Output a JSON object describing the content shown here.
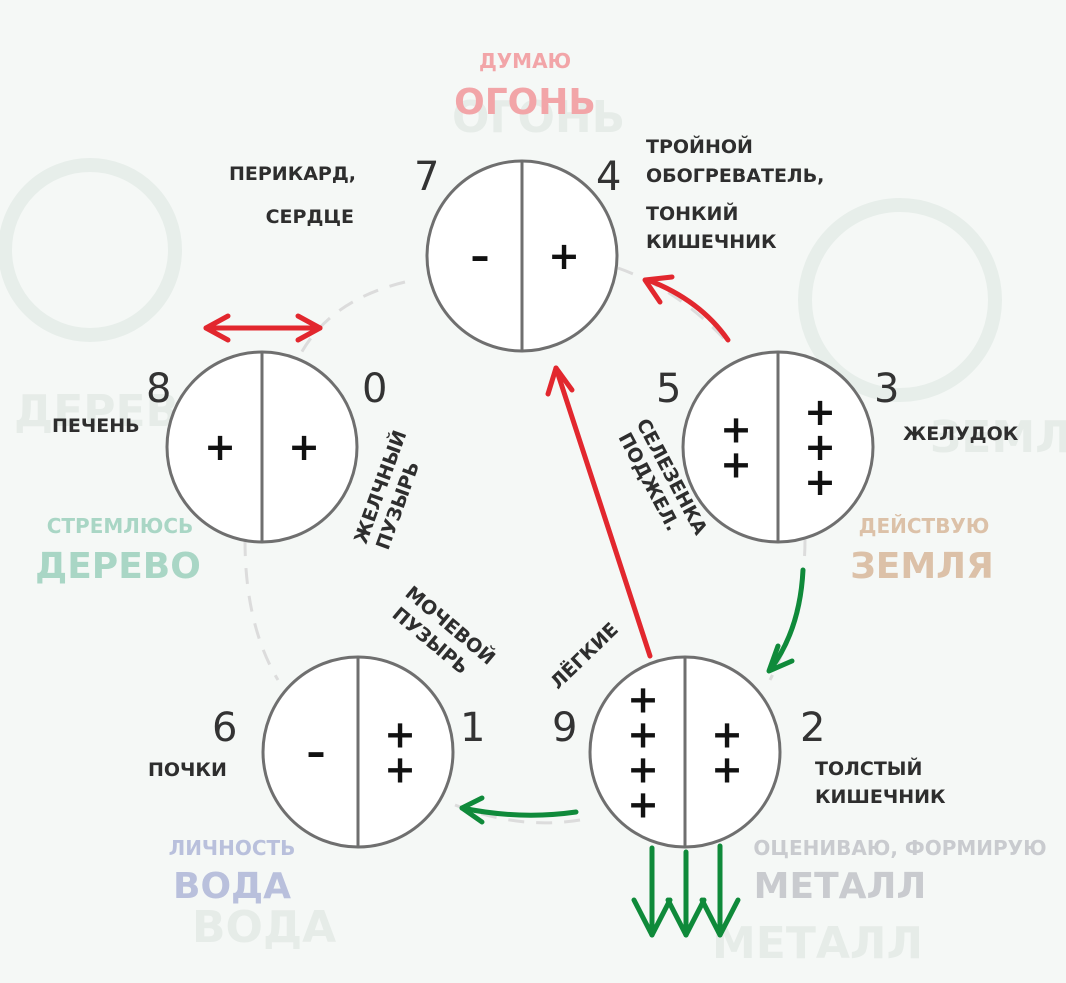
{
  "colors": {
    "fire": "#f2a5a8",
    "earth": "#dcc1a8",
    "metal": "#c9cbcf",
    "water": "#b9c0dc",
    "wood": "#a9d6c5",
    "red_arrow": "#e2272e",
    "green_arrow": "#0f8a3a"
  },
  "elements": {
    "fire": {
      "verb": "ДУМАЮ",
      "name": "ОГОНЬ"
    },
    "earth": {
      "verb": "ДЕЙСТВУЮ",
      "name": "ЗЕМЛЯ"
    },
    "metal": {
      "verb": "ОЦЕНИВАЮ, ФОРМИРУЮ",
      "name": "МЕТАЛЛ"
    },
    "water": {
      "verb": "ЛИЧНОСТЬ",
      "name": "ВОДА"
    },
    "wood": {
      "verb": "СТРЕМЛЮСЬ",
      "name": "ДЕРЕВО"
    }
  },
  "circles": {
    "fire": {
      "left_num": "7",
      "right_num": "4",
      "left_signs": [
        "–"
      ],
      "right_signs": [
        "+"
      ]
    },
    "earth": {
      "left_num": "5",
      "right_num": "3",
      "left_signs": [
        "+",
        "+"
      ],
      "right_signs": [
        "+",
        "+",
        "+"
      ]
    },
    "metal": {
      "left_num": "9",
      "right_num": "2",
      "left_signs": [
        "+",
        "+",
        "+",
        "+"
      ],
      "right_signs": [
        "+",
        "+"
      ]
    },
    "water": {
      "left_num": "6",
      "right_num": "1",
      "left_signs": [
        "–"
      ],
      "right_signs": [
        "+",
        "+"
      ]
    },
    "wood": {
      "left_num": "8",
      "right_num": "0",
      "left_signs": [
        "+"
      ],
      "right_signs": [
        "+"
      ]
    }
  },
  "organs": {
    "pericardium": "ПЕРИКАРД,",
    "heart": "СЕРДЦЕ",
    "triple_heater_1": "ТРОЙНОЙ",
    "triple_heater_2": "ОБОГРЕВАТЕЛЬ,",
    "small_intestine_1": "ТОНКИЙ",
    "small_intestine_2": "КИШЕЧНИК",
    "stomach": "ЖЕЛУДОК",
    "spleen_1": "СЕЛЕЗЕНКА",
    "spleen_2": "ПОДЖЕЛ.",
    "lungs": "ЛЁГКИЕ",
    "large_intestine_1": "ТОЛСТЫЙ",
    "large_intestine_2": "КИШЕЧНИК",
    "kidneys": "ПОЧКИ",
    "bladder_1": "МОЧЕВОЙ",
    "bladder_2": "ПУЗЫРЬ",
    "liver": "ПЕЧЕНЬ",
    "gallbladder_1": "ЖЕЛЧНЫЙ",
    "gallbladder_2": "ПУЗЫРЬ"
  },
  "watermark": {
    "fire": "ОГОНЬ",
    "earth": "ЗЕМЛЯ",
    "metal": "МЕТАЛЛ",
    "water": "ВОДА",
    "wood": "ДЕРЕВО"
  }
}
